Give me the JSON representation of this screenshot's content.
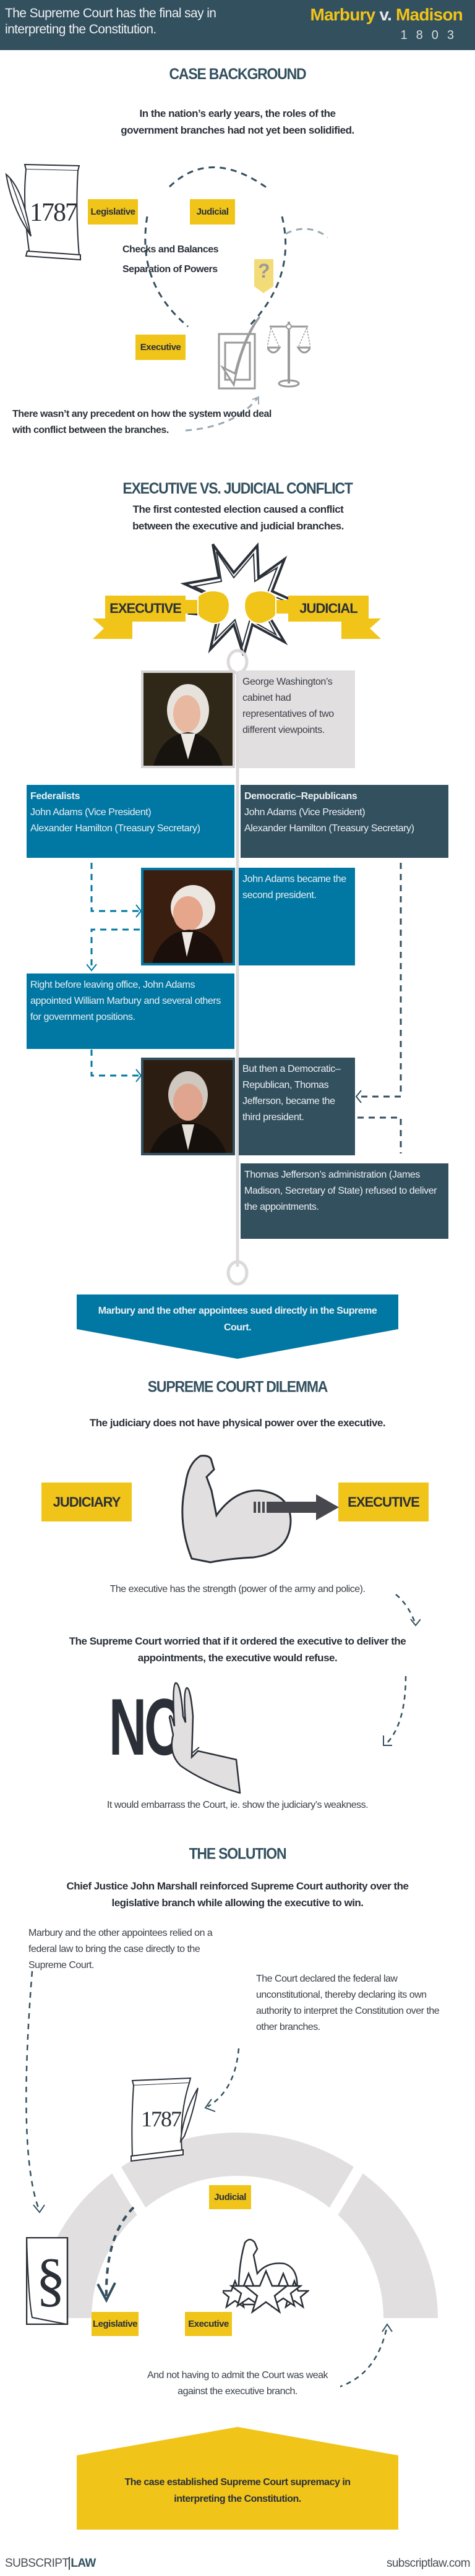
{
  "header": {
    "tagline": "The Supreme Court has the final say in interpreting the Constitution.",
    "title_part1": "Marbury",
    "title_v": "v.",
    "title_part2": "Madison",
    "year": "1803"
  },
  "colors": {
    "navy": "#33505f",
    "blue": "#0178a3",
    "yellow": "#f0c419",
    "grey": "#e2dfe0",
    "dark": "#2b3038"
  },
  "background": {
    "title": "CASE BACKGROUND",
    "lead": "In the nation’s early years, the roles of the government branches had not yet been solidified.",
    "constitution_year": "1787",
    "branches": {
      "legislative": "Legislative",
      "judicial": "Judicial",
      "executive": "Executive"
    },
    "concept1": "Checks and Balances",
    "concept2": "Separation of Powers",
    "question_mark": "?",
    "note": "There wasn’t any precedent on how the system would deal with conflict between the branches."
  },
  "conflict": {
    "title": "EXECUTIVE VS. JUDICIAL CONFLICT",
    "lead": "The first contested election caused a conflict between the executive and judicial branches.",
    "banner_left": "EXECUTIVE",
    "banner_right": "JUDICIAL",
    "timeline": {
      "washington": "George Washington’s cabinet had representatives of two different viewpoints.",
      "federalists": {
        "heading": "Federalists",
        "line1": "John Adams (Vice President)",
        "line2": "Alexander Hamilton (Treasury Secretary)"
      },
      "republicans": {
        "heading": "Democratic–Republicans",
        "line1": "John Adams (Vice President)",
        "line2": "Alexander Hamilton (Treasury Secretary)"
      },
      "adams": "John Adams became the second president.",
      "appointments": "Right before leaving office, John  Adams appointed William Marbury and several others for government positions.",
      "jefferson": "But then a Democratic–Republican, Thomas Jefferson, became the third president.",
      "refusal": "Thomas Jefferson’s administration (James Madison, Secretary of State) refused to deliver the appointments."
    },
    "outcome": "Marbury and the other appointees sued directly in the Supreme Court."
  },
  "dilemma": {
    "title": "SUPREME COURT DILEMMA",
    "lead": "The judiciary does not have physical power over the executive.",
    "left_box": "JUDICIARY",
    "right_box": "EXECUTIVE",
    "strength_note": "The executive has the strength (power of the army and police).",
    "worry": "The Supreme Court worried that if it ordered the executive to deliver the appointments, the executive would refuse.",
    "no_word": "NO",
    "embarrass": "It would embarrass the Court, ie. show the judiciary’s weakness."
  },
  "solution": {
    "title": "THE SOLUTION",
    "lead": "Chief Justice John Marshall reinforced Supreme Court authority over the legislative branch while allowing the executive to win.",
    "left_note": "Marbury and the other appointees relied on a federal law to bring the case directly to the Supreme Court.",
    "right_note": "The Court declared the federal law unconstitutional, thereby declaring its own authority to interpret the Constitution over the other branches.",
    "constitution_year": "1787",
    "section_symbol": "§",
    "branches": {
      "judicial": "Judicial",
      "legislative": "Legislative",
      "executive": "Executive"
    },
    "bottom_note": "And not having to admit the Court was weak against the executive branch.",
    "conclusion": "The case established Supreme Court supremacy in interpreting the Constitution."
  },
  "footer": {
    "brand_light": "SUBSCRIPT",
    "brand_bold": "LAW",
    "url": "subscriptlaw.com"
  }
}
